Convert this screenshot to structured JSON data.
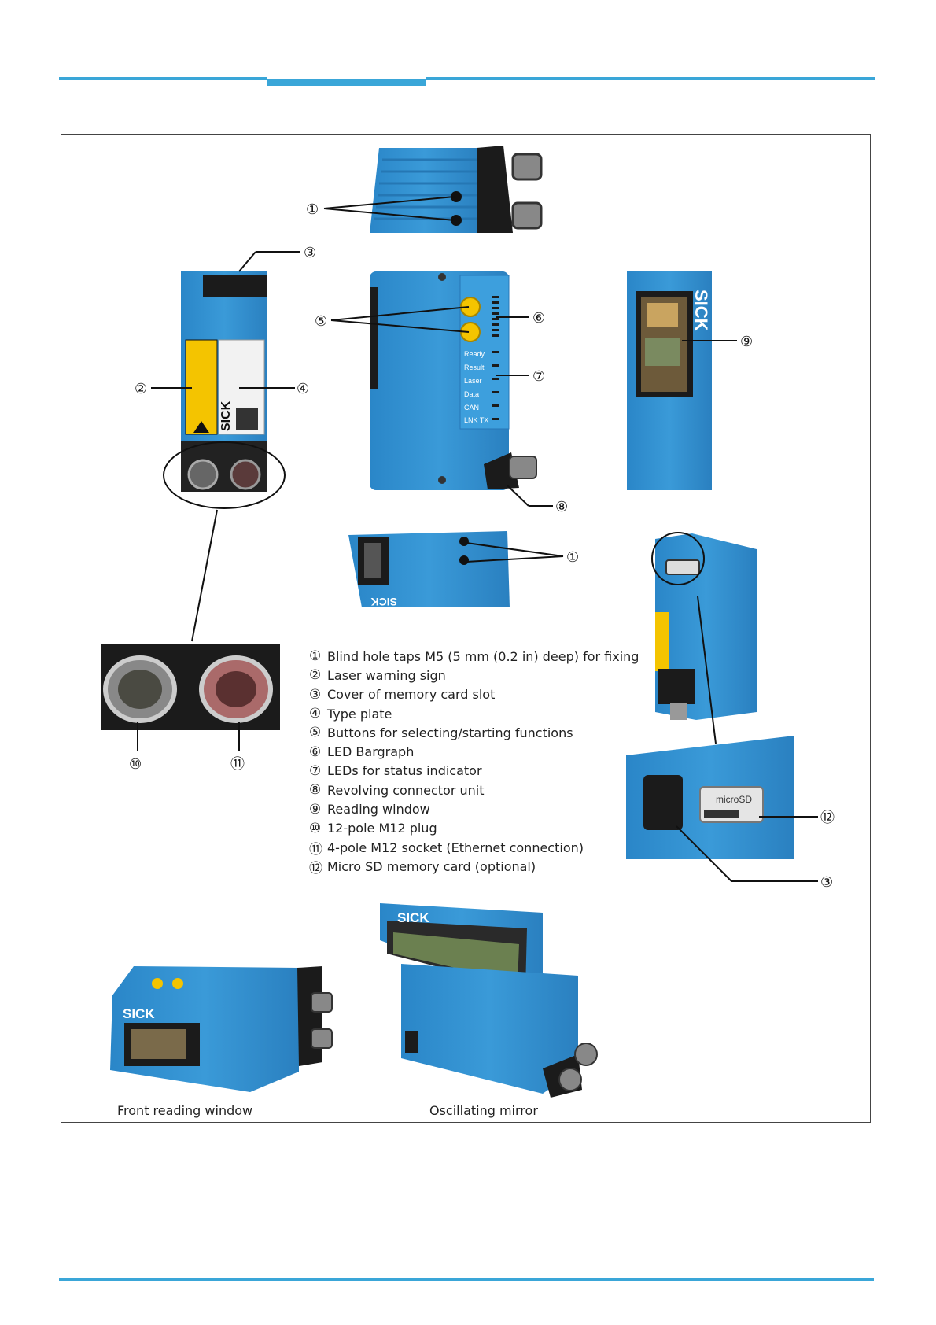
{
  "colors": {
    "accent_rule": "#3aa6d8",
    "device_blue": "#2f8fd0",
    "label_yellow": "#f4c400"
  },
  "callouts": {
    "c1": "①",
    "c2": "②",
    "c3": "③",
    "c4": "④",
    "c5": "⑤",
    "c6": "⑥",
    "c7": "⑦",
    "c8": "⑧",
    "c9": "⑨",
    "c10": "⑩",
    "c11": "⑪",
    "c12": "⑫"
  },
  "legend": [
    {
      "num": "①",
      "text": "Blind hole taps M5 (5 mm (0.2 in) deep) for fixing"
    },
    {
      "num": "②",
      "text": "Laser warning sign"
    },
    {
      "num": "③",
      "text": "Cover of memory card slot"
    },
    {
      "num": "④",
      "text": "Type plate"
    },
    {
      "num": "⑤",
      "text": "Buttons for selecting/starting functions"
    },
    {
      "num": "⑥",
      "text": "LED Bargraph"
    },
    {
      "num": "⑦",
      "text": "LEDs for status indicator"
    },
    {
      "num": "⑧",
      "text": "Revolving connector unit"
    },
    {
      "num": "⑨",
      "text": "Reading window"
    },
    {
      "num": "⑩",
      "text": "12-pole M12 plug"
    },
    {
      "num": "⑪",
      "text": "4-pole M12 socket (Ethernet connection)"
    },
    {
      "num": "⑫",
      "text": "Micro SD memory card (optional)"
    }
  ],
  "device_labels": {
    "brand": "SICK",
    "led_ready": "Ready",
    "led_result": "Result",
    "led_laser": "Laser",
    "led_data": "Data",
    "led_can": "CAN",
    "led_lnk": "LNK TX",
    "sd_label": "microSD"
  },
  "captions": {
    "front_window": "Front reading window",
    "oscillating": "Oscillating mirror"
  }
}
